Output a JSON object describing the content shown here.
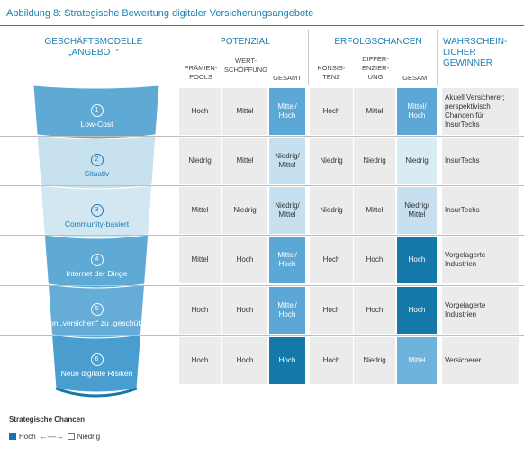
{
  "title": "Abbildung 8: Strategische Bewertung digitaler Versicherungsangebote",
  "headers": {
    "models": [
      "GESCHÄFTSMODELLE",
      "„ANGEBOT“"
    ],
    "potenzial": "POTENZIAL",
    "erfolg": "ERFOLGSCHANCEN",
    "winner": [
      "WAHRSCHEIN-",
      "LICHER",
      "GEWINNER"
    ]
  },
  "subheaders": {
    "praemien": [
      "PRÄMIEN-",
      "POOLS"
    ],
    "wert": [
      "WERT-",
      "SCHÖPFUNG"
    ],
    "gesamt1": [
      "GESAMT"
    ],
    "konsistenz": [
      "KONSIS-",
      "TENZ"
    ],
    "diff": [
      "DIFFER-",
      "ENZIER-",
      "UNG"
    ],
    "gesamt2": [
      "GESAMT"
    ]
  },
  "rows": [
    {
      "num": "1",
      "label": "Low-Cost",
      "pp": "Hoch",
      "ws": "Mittel",
      "pg": "Mittel/\nHoch",
      "pg_level": "mittel-hoch",
      "ko": "Hoch",
      "di": "Mittel",
      "eg": "Mittel/\nHoch",
      "eg_level": "mittel-hoch",
      "winner": "Akuell Versicherer; perspektivisch Chancen für InsurTechs"
    },
    {
      "num": "2",
      "label": "Situativ",
      "pp": "Niedrig",
      "ws": "Mittel",
      "pg": "Niedrig/\nMittel",
      "pg_level": "niedrig-mittel",
      "ko": "Niedrig",
      "di": "Niedrig",
      "eg": "Niedrig",
      "eg_level": "niedrig",
      "winner": "InsurTechs"
    },
    {
      "num": "3",
      "label": "Community-basiert",
      "pp": "Mittel",
      "ws": "Niedrig",
      "pg": "Niedrig/\nMittel",
      "pg_level": "niedrig-mittel",
      "ko": "Niedrig",
      "di": "Mittel",
      "eg": "Niedrig/\nMittel",
      "eg_level": "niedrig-mittel",
      "winner": "InsurTechs"
    },
    {
      "num": "4",
      "label": "Internet der Dinge",
      "pp": "Mittel",
      "ws": "Hoch",
      "pg": "Mittel/\nHoch",
      "pg_level": "mittel-hoch",
      "ko": "Hoch",
      "di": "Hoch",
      "eg": "Hoch",
      "eg_level": "hoch",
      "winner": "Vorgelagerte Industrien"
    },
    {
      "num": "5",
      "label": "Von „versichert“ zu „geschützt“",
      "pp": "Hoch",
      "ws": "Hoch",
      "pg": "Mittel/\nHoch",
      "pg_level": "mittel-hoch",
      "ko": "Hoch",
      "di": "Hoch",
      "eg": "Hoch",
      "eg_level": "hoch",
      "winner": "Vorgelagerte Industrien"
    },
    {
      "num": "6",
      "label": "Neue digitale Risiken",
      "pp": "Hoch",
      "ws": "Hoch",
      "pg": "Hoch",
      "pg_level": "hoch",
      "ko": "Hoch",
      "di": "Niedrig",
      "eg": "Mittel",
      "eg_level": "mittel",
      "winner": "Versicherer"
    }
  ],
  "level_colors": {
    "hoch": "#1478a8",
    "mittel-hoch": "#5ba8d6",
    "mittel": "#6eb3dc",
    "niedrig-mittel": "#c6e0ef",
    "niedrig": "#d9ebf5"
  },
  "funnel_colors": [
    "#5fa9d5",
    "#c8e1ef",
    "#d3e7f3",
    "#5fa9d5",
    "#65acd7",
    "#4a9dcf"
  ],
  "legend": {
    "title": "Strategische Chancen",
    "high": "Hoch",
    "low": "Niedrig",
    "high_color": "#1478a8",
    "low_color": "#ffffff"
  }
}
